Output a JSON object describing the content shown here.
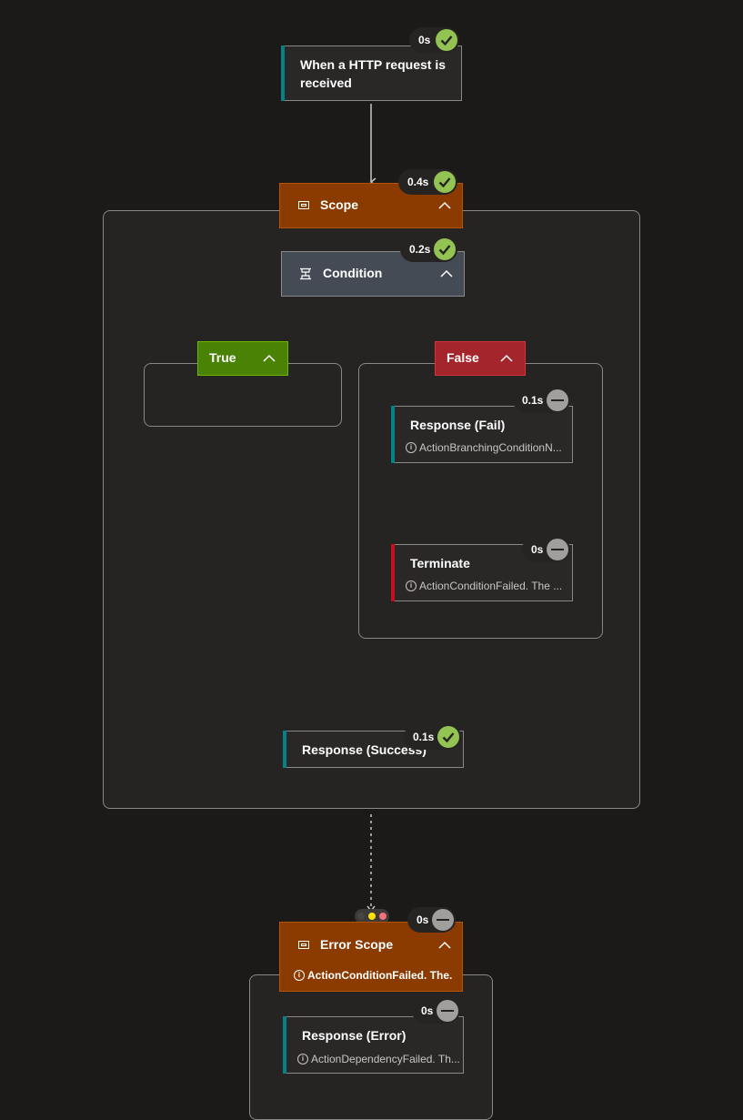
{
  "trigger": {
    "title": "When a HTTP request is received",
    "duration": "0s",
    "status": "succeeded"
  },
  "scope": {
    "title": "Scope",
    "duration": "0.4s",
    "status": "succeeded"
  },
  "condition": {
    "title": "Condition",
    "duration": "0.2s",
    "status": "succeeded"
  },
  "branches": {
    "true_label": "True",
    "false_label": "False"
  },
  "response_fail": {
    "title": "Response (Fail)",
    "message": "ActionBranchingConditionN...",
    "duration": "0.1s",
    "status": "skipped"
  },
  "terminate": {
    "title": "Terminate",
    "message": "ActionConditionFailed. The ...",
    "duration": "0s",
    "status": "skipped"
  },
  "response_success": {
    "title": "Response (Success)",
    "duration": "0.1s",
    "status": "succeeded"
  },
  "error_scope": {
    "title": "Error Scope",
    "message": "ActionConditionFailed. The...",
    "duration": "0s",
    "status": "skipped"
  },
  "response_error": {
    "title": "Response (Error)",
    "message": "ActionDependencyFailed. Th...",
    "duration": "0s",
    "status": "skipped"
  },
  "colors": {
    "canvas": "#1b1a19",
    "scope_header": "#8b3a00",
    "condition_header": "#454b55",
    "true_branch": "#498205",
    "false_branch": "#a4262c",
    "accent_teal": "#038387",
    "accent_red": "#c50f1f",
    "status_ok": "#92c353",
    "status_skipped": "#a19f9d"
  },
  "icons": {
    "success": "checkmark-icon",
    "skipped": "minus-icon",
    "collapse": "chevron-up-icon",
    "scope": "scope-icon",
    "condition": "condition-icon",
    "info": "info-icon"
  }
}
